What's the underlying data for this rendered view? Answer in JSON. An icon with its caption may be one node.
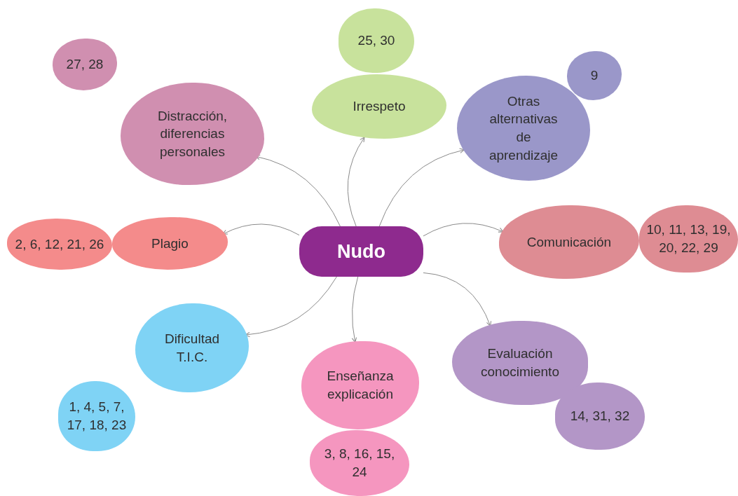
{
  "diagram": {
    "nodes": [
      {
        "text": [
          "Nudo"
        ]
      },
      {
        "text": [
          "Distracción, diferencias personales"
        ]
      },
      {
        "text": [
          "27, 28"
        ]
      },
      {
        "text": [
          "Irrespeto"
        ]
      },
      {
        "text": [
          "25, 30"
        ]
      },
      {
        "text": [
          "Otras alternativas de aprendizaje"
        ]
      },
      {
        "text": [
          "9"
        ]
      },
      {
        "text": [
          "Plagio"
        ]
      },
      {
        "text": [
          "2, 6, 12, 21, 26"
        ]
      },
      {
        "text": [
          "Comunicación"
        ]
      },
      {
        "text": [
          "10, 11, 13, 19, 20, 22, 29"
        ]
      },
      {
        "text": [
          "Dificultad T.I.C."
        ]
      },
      {
        "text": [
          "1, 4, 5, 7, 17, 18, 23"
        ]
      },
      {
        "text": [
          "Enseñanza explicación"
        ]
      },
      {
        "text": [
          "3, 8, 16, 15, 24"
        ]
      },
      {
        "text": [
          "Evaluación conocimiento"
        ]
      },
      {
        "text": [
          "14, 31, 32"
        ]
      }
    ],
    "edges": [
      {
        "from": 0,
        "to": 1,
        "arrow": "to"
      },
      {
        "from": 0,
        "to": 3,
        "arrow": "to"
      },
      {
        "from": 0,
        "to": 5,
        "arrow": "to"
      },
      {
        "from": 0,
        "to": 7,
        "arrow": "to"
      },
      {
        "from": 0,
        "to": 9,
        "arrow": "to"
      },
      {
        "from": 0,
        "to": 11,
        "arrow": "to"
      },
      {
        "from": 0,
        "to": 13,
        "arrow": "to"
      },
      {
        "from": 0,
        "to": 15,
        "arrow": "to"
      }
    ]
  }
}
